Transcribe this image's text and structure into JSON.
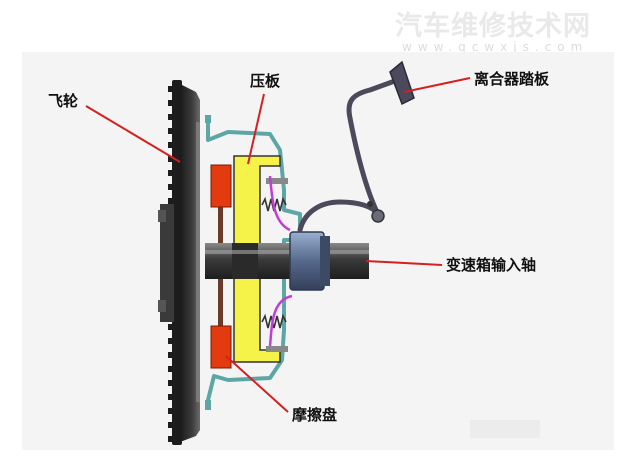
{
  "watermark": {
    "site_name": "汽车维修技术网",
    "site_url": "www.qcwxjs.com"
  },
  "labels": {
    "flywheel": "飞轮",
    "pressure_plate": "压板",
    "clutch_pedal": "离合器踏板",
    "input_shaft": "变速箱输入轴",
    "friction_disc": "摩擦盘"
  },
  "colors": {
    "panel_bg": "#f4f4f4",
    "flywheel": "#222222",
    "pressure_plate": "#f5f34a",
    "friction_pad": "#e33a10",
    "shaft": "#3c3c3c",
    "cover_outline": "#5da6a6",
    "spring_magenta": "#c23cd6",
    "leader_line": "#d42020",
    "pedal": "#4a4a5c"
  },
  "icons": [
    "clutch-diagram-icon"
  ]
}
